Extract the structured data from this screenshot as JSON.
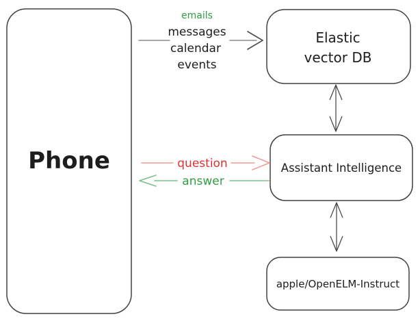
{
  "diagram": {
    "nodes": {
      "phone": {
        "label": "Phone"
      },
      "elastic_db": {
        "label_line1": "Elastic",
        "label_line2": "vector DB"
      },
      "assistant": {
        "label": "Assistant Intelligence"
      },
      "openelm": {
        "label": "apple/OpenELM-Instruct"
      }
    },
    "edges": {
      "feed": {
        "from": "Phone",
        "to": "Elastic vector DB",
        "label_emails": "emails",
        "label_messages": "messages",
        "label_calendar": "calendar",
        "label_events": "events"
      },
      "question": {
        "from": "Phone",
        "to": "Assistant Intelligence",
        "label": "question"
      },
      "answer": {
        "from": "Assistant Intelligence",
        "to": "Phone",
        "label": "answer"
      },
      "db_link": {
        "between": "Elastic vector DB ↔ Assistant Intelligence",
        "bidirectional": true
      },
      "model_link": {
        "between": "Assistant Intelligence ↔ apple/OpenELM-Instruct",
        "bidirectional": true
      }
    },
    "colors": {
      "green": "#2f9e44",
      "green_line": "#7cc289",
      "red": "#e03131",
      "red_line": "#f29a94",
      "node_stroke": "#3f4042",
      "edge_gray": "#8a8a8a",
      "edge_dark": "#4a4a4a",
      "text": "#1d1d1f",
      "background": "#ffffff"
    }
  }
}
